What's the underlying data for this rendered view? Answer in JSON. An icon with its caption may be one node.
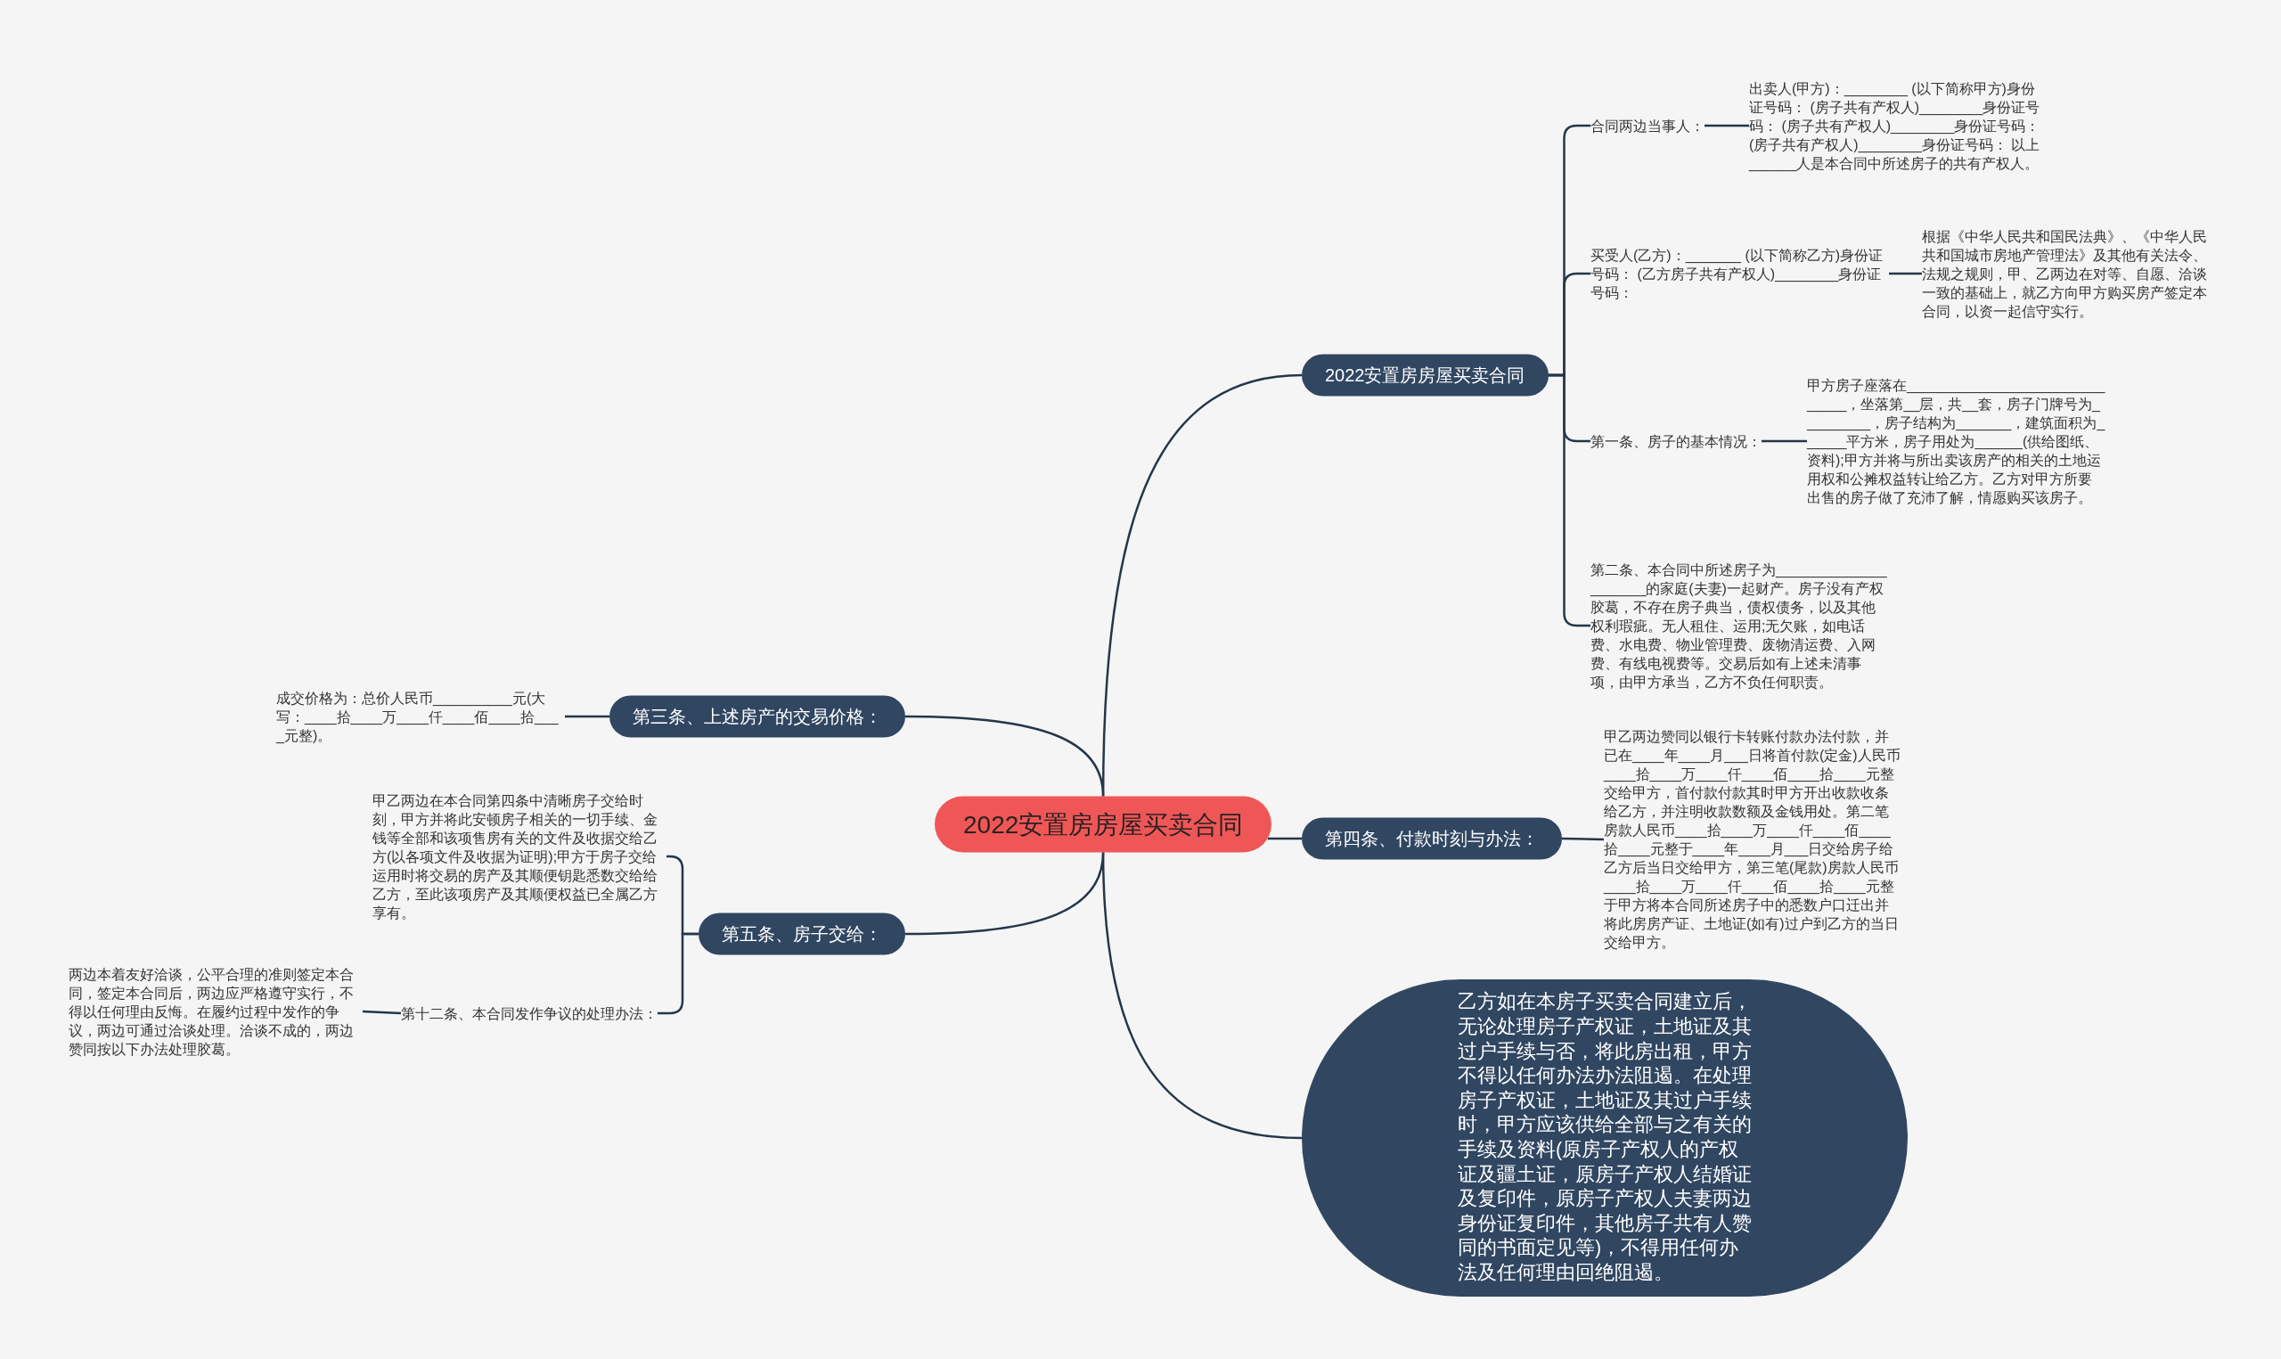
{
  "diagram": {
    "nodes": [
      {
        "text": [
          "2022安置房房屋买卖合同"
        ]
      },
      {
        "text": [
          "2022安置房房屋买卖合同"
        ]
      },
      {
        "text": [
          "合同两边当事人："
        ]
      },
      {
        "text": [
          "出卖人(甲方)：________ (以下简称甲方)身份证号码： (房子共有产权人)________身份证号码： (房子共有产权人)________身份证号码： (房子共有产权人)________身份证号码： 以上______人是本合同中所述房子的共有产权人。"
        ]
      },
      {
        "text": [
          "买受人(乙方)：_______ (以下简称乙方)身份证号码： (乙方房子共有产权人)________身份证号码："
        ]
      },
      {
        "text": [
          "根据《中华人民共和国民法典》、《中华人民共和国城市房地产管理法》及其他有关法令、法规之规则，甲、乙两边在对等、自愿、洽谈一致的基础上，就乙方向甲方购买房产签定本合同，以资一起信守实行。"
        ]
      },
      {
        "text": [
          "第一条、房子的基本情况："
        ]
      },
      {
        "text": [
          "甲方房子座落在______________________________，坐落第__层，共__套，房子门牌号为_________，房子结构为_______，建筑面积为______平方米，房子用处为______(供给图纸、资料);甲方并将与所出卖该房产的相关的土地运用权和公摊权益转让给乙方。乙方对甲方所要出售的房子做了充沛了解，情愿购买该房子。"
        ]
      },
      {
        "text": [
          "第二条、本合同中所述房子为_____________________的家庭(夫妻)一起财产。房子没有产权胶葛，不存在房子典当，债权债务，以及其他权利瑕疵。无人租住、运用;无欠账，如电话费、水电费、物业管理费、废物清运费、入网费、有线电视费等。交易后如有上述未清事项，由甲方承当，乙方不负任何职责。"
        ]
      },
      {
        "text": [
          "第四条、付款时刻与办法："
        ]
      },
      {
        "text": [
          "甲乙两边赞同以银行卡转账付款办法付款，并已在____年____月___日将首付款(定金)人民币____拾____万____仟____佰____拾____元整交给甲方，首付款付款其时甲方开出收款收条给乙方，并注明收款数额及金钱用处。第二笔房款人民币____拾____万____仟____佰____拾____元整于____年____月___日交给房子给乙方后当日交给甲方，第三笔(尾款)房款人民币____拾____万____仟____佰____拾____元整于甲方将本合同所述房子中的悉数户口迁出并将此房房产证、土地证(如有)过户到乙方的当日交给甲方。"
        ]
      },
      {
        "text": [
          "乙方如在本房子买卖合同建立后，无论处理房子产权证，土地证及其过户手续与否，将此房出租，甲方不得以任何办法办法阻遏。在处理房子产权证，土地证及其过户手续时，甲方应该供给全部与之有关的手续及资料(原房子产权人的产权证及疆土证，原房子产权人结婚证及复印件，原房子产权人夫妻两边身份证复印件，其他房子共有人赞同的书面定见等)，不得用任何办法及任何理由回绝阻遏。"
        ]
      },
      {
        "text": [
          "第三条、上述房产的交易价格："
        ]
      },
      {
        "text": [
          "成交价格为：总价人民币__________元(大写：____拾____万____仟____佰____拾____元整)。"
        ]
      },
      {
        "text": [
          "第五条、房子交给："
        ]
      },
      {
        "text": [
          "甲乙两边在本合同第四条中清晰房子交给时刻，甲方并将此安顿房子相关的一切手续、金钱等全部和该项售房有关的文件及收据交给乙方(以各项文件及收据为证明);甲方于房子交给运用时将交易的房产及其顺便钥匙悉数交给给乙方，至此该项房产及其顺便权益已全属乙方享有。"
        ]
      },
      {
        "text": [
          "第十二条、本合同发作争议的处理办法："
        ]
      },
      {
        "text": [
          "两边本着友好洽谈，公平合理的准则签定本合同，签定本合同后，两边应严格遵守实行，不得以任何理由反悔。在履约过程中发作的争议，两边可通过洽谈处理。洽谈不成的，两边赞同按以下办法处理胶葛。"
        ]
      }
    ],
    "edges": [
      {
        "from": 0,
        "to": 1,
        "arrow": "none"
      },
      {
        "from": 1,
        "to": 2,
        "arrow": "none"
      },
      {
        "from": 2,
        "to": 3,
        "arrow": "none"
      },
      {
        "from": 1,
        "to": 4,
        "arrow": "none"
      },
      {
        "from": 4,
        "to": 5,
        "arrow": "none"
      },
      {
        "from": 1,
        "to": 6,
        "arrow": "none"
      },
      {
        "from": 6,
        "to": 7,
        "arrow": "none"
      },
      {
        "from": 1,
        "to": 8,
        "arrow": "none"
      },
      {
        "from": 0,
        "to": 9,
        "arrow": "none"
      },
      {
        "from": 9,
        "to": 10,
        "arrow": "none"
      },
      {
        "from": 0,
        "to": 11,
        "arrow": "none"
      },
      {
        "from": 0,
        "to": 12,
        "arrow": "none"
      },
      {
        "from": 12,
        "to": 13,
        "arrow": "none"
      },
      {
        "from": 0,
        "to": 14,
        "arrow": "none"
      },
      {
        "from": 14,
        "to": 15,
        "arrow": "none"
      },
      {
        "from": 14,
        "to": 16,
        "arrow": "none"
      },
      {
        "from": 16,
        "to": 17,
        "arrow": "none"
      }
    ]
  }
}
